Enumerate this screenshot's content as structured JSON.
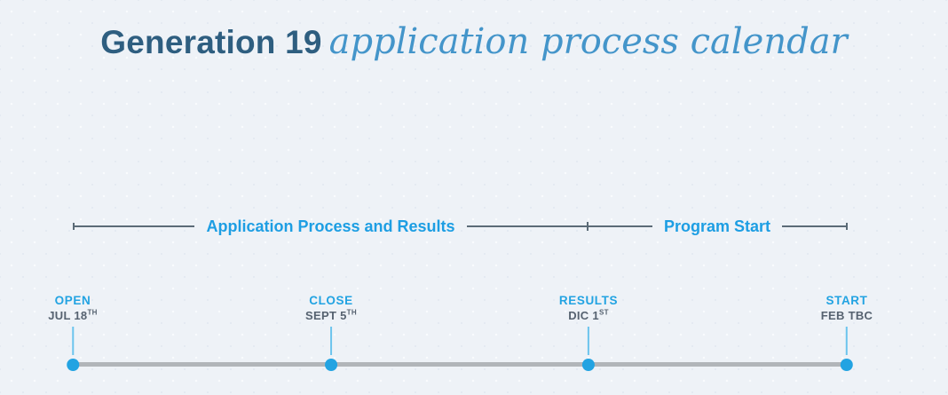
{
  "title": {
    "main": "Generation 19",
    "sub": "application process calendar"
  },
  "phases": [
    {
      "label": "Application Process and Results"
    },
    {
      "label": "Program Start"
    }
  ],
  "milestones": [
    {
      "name": "OPEN",
      "date": "JUL 18",
      "date_sup": "TH"
    },
    {
      "name": "CLOSE",
      "date": "SEPT 5",
      "date_sup": "TH"
    },
    {
      "name": "RESULTS",
      "date": "DIC 1",
      "date_sup": "ST"
    },
    {
      "name": "START",
      "date": "FEB TBC",
      "date_sup": ""
    }
  ],
  "colors": {
    "accent_blue": "#22a3e2",
    "phase_label_blue": "#1d9ee3",
    "title_dark_blue": "#2e5e80",
    "title_italic_blue": "#4495ca",
    "date_gray": "#566270",
    "timeline_bar_gray": "#b1b5b9",
    "bracket_line": "#5b6b77",
    "connector_blue": "#6cc4ed",
    "background": "#eef2f7"
  }
}
